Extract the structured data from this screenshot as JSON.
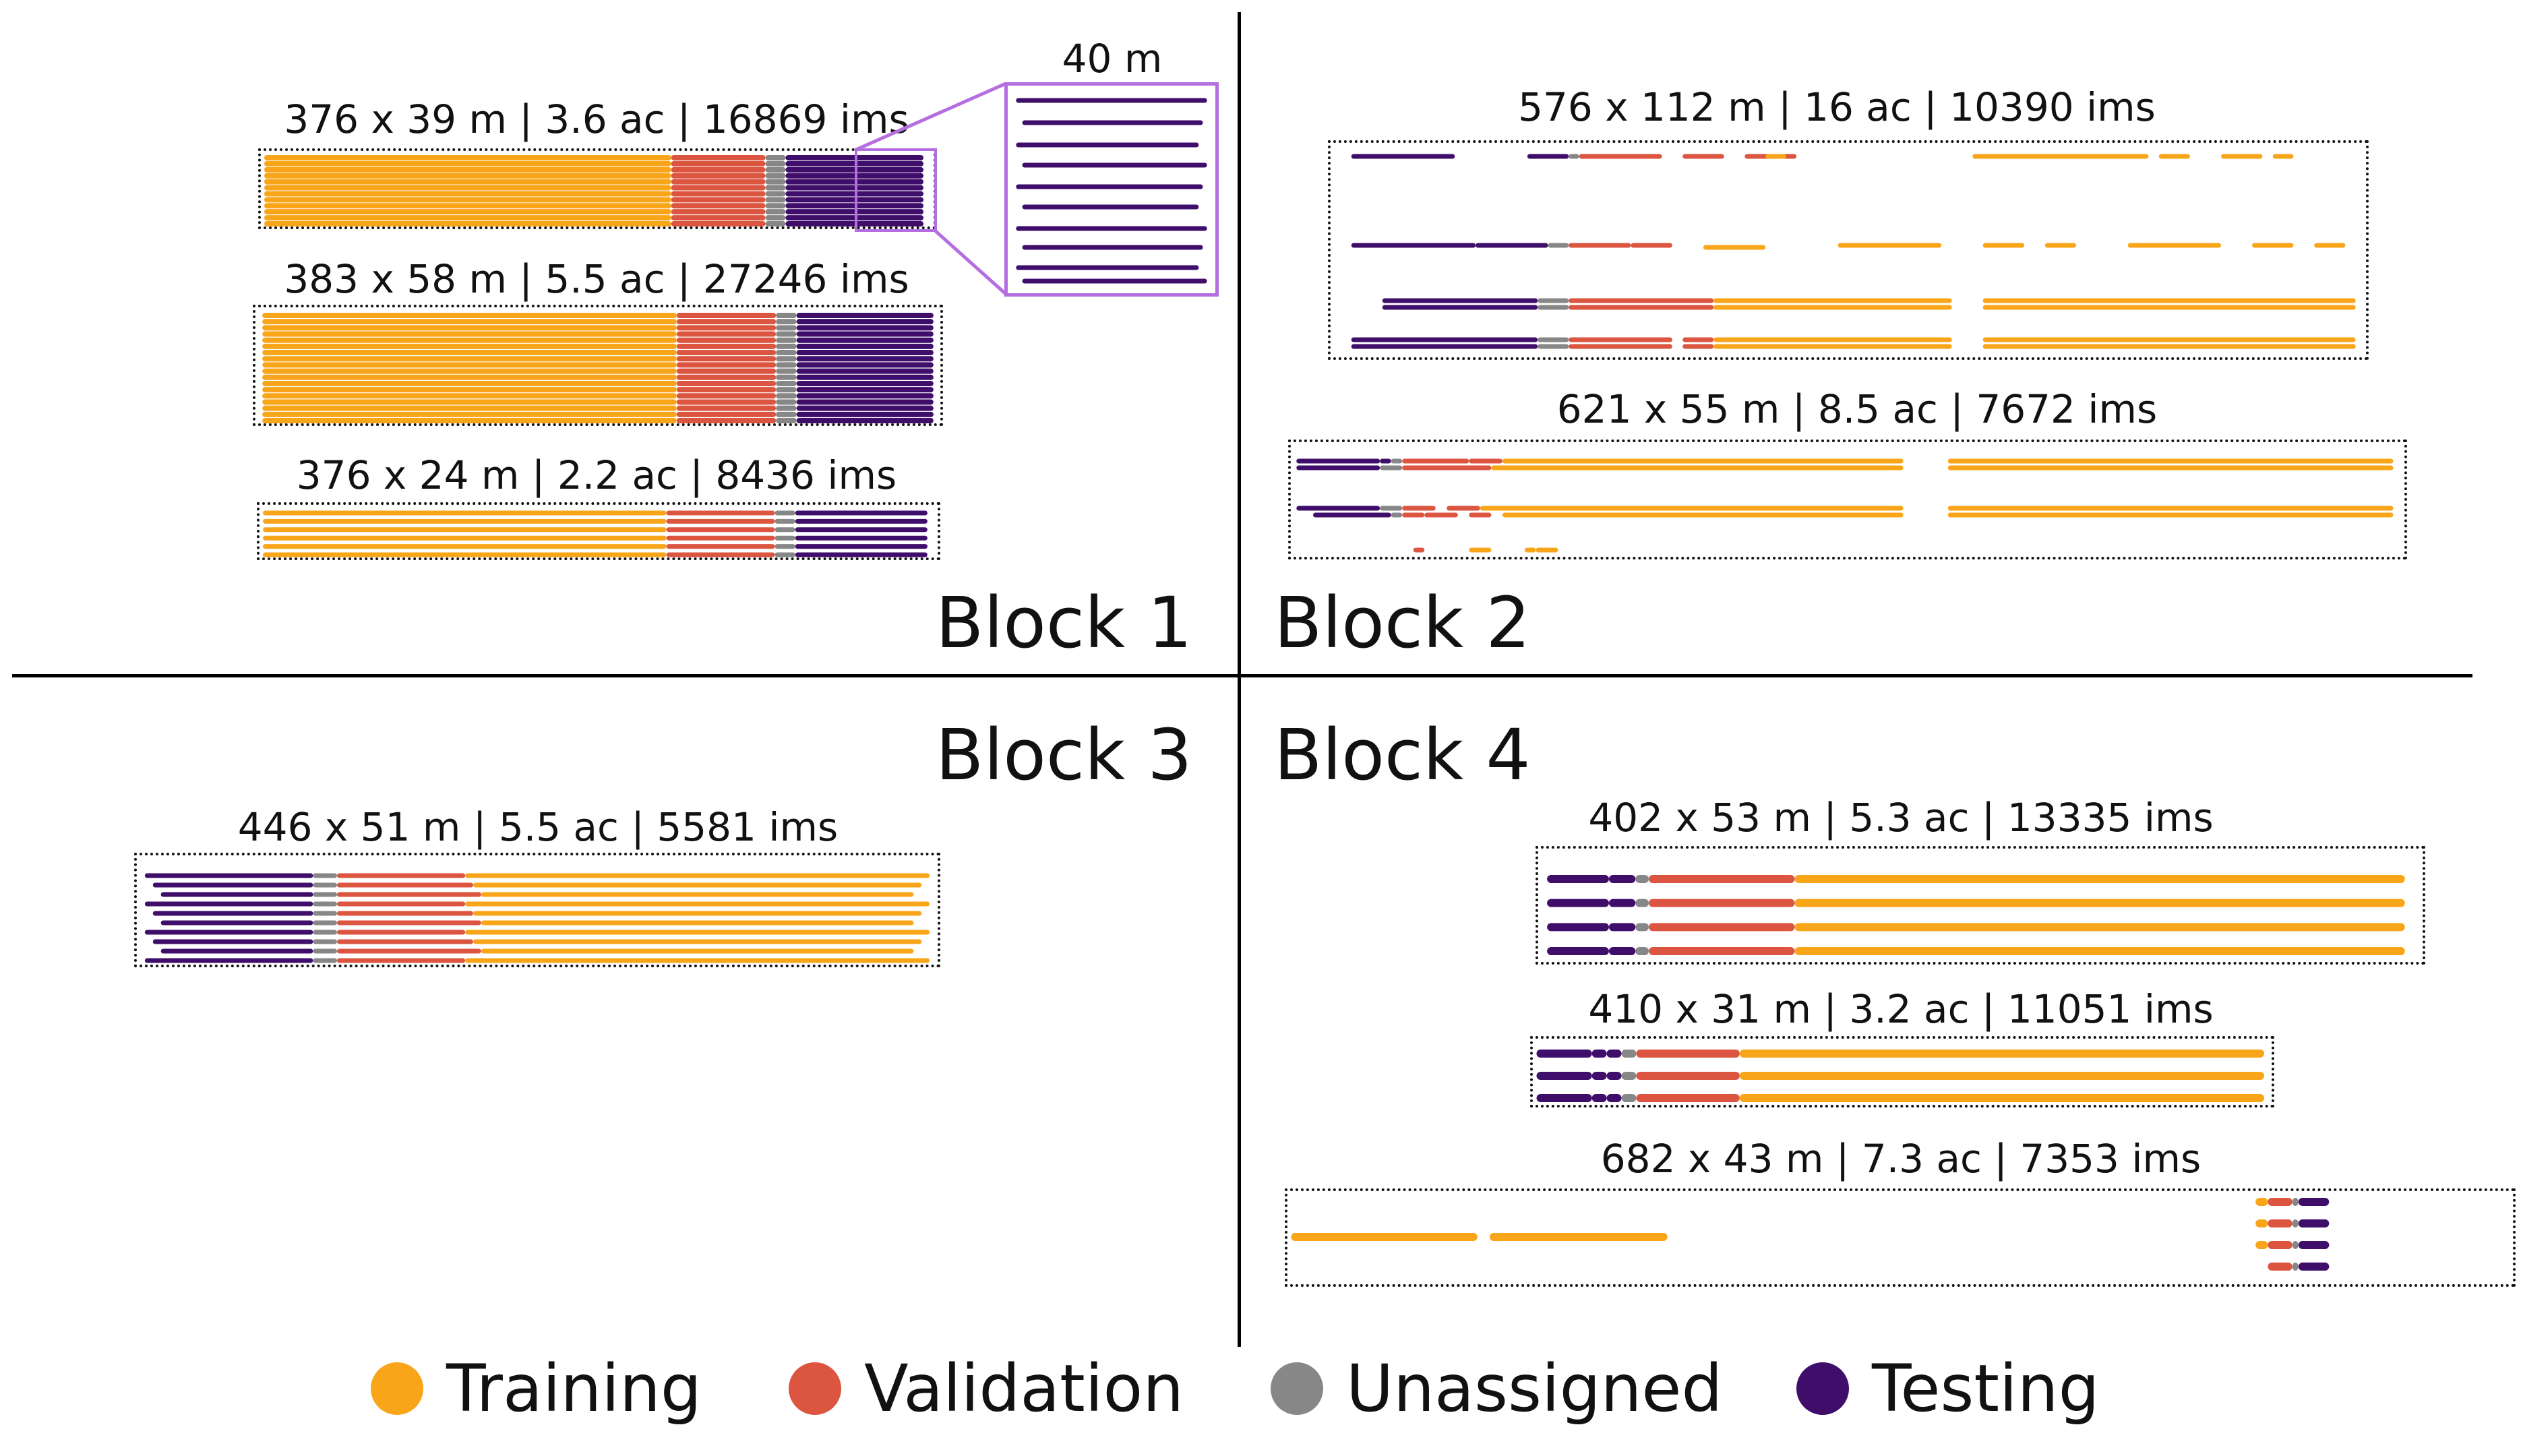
{
  "colors": {
    "training": "#f9a51a",
    "validation": "#dc5540",
    "unassigned": "#878787",
    "testing": "#3f0e6b",
    "inset_border": "#b46ee0"
  },
  "blocks": [
    {
      "label": "Block 1"
    },
    {
      "label": "Block 2"
    },
    {
      "label": "Block 3"
    },
    {
      "label": "Block 4"
    }
  ],
  "fields": [
    {
      "caption": "376 x 39 m | 3.6 ac | 16869 ims",
      "block": 1
    },
    {
      "caption": "383 x 58 m | 5.5 ac | 27246 ims",
      "block": 1
    },
    {
      "caption": "376 x 24 m | 2.2 ac | 8436 ims",
      "block": 1
    },
    {
      "caption": "576 x 112 m | 16 ac | 10390 ims",
      "block": 2
    },
    {
      "caption": "621 x 55 m | 8.5 ac | 7672 ims",
      "block": 2
    },
    {
      "caption": "446 x 51 m | 5.5 ac | 5581 ims",
      "block": 3
    },
    {
      "caption": "402 x 53 m | 5.3 ac | 13335 ims",
      "block": 4
    },
    {
      "caption": "410 x 31 m | 3.2 ac | 11051 ims",
      "block": 4
    },
    {
      "caption": "682 x 43 m | 7.3 ac | 7353 ims",
      "block": 4
    }
  ],
  "inset": {
    "caption": "40 m"
  },
  "legend": [
    {
      "label": "Training",
      "color": "#f9a51a"
    },
    {
      "label": "Validation",
      "color": "#dc5540"
    },
    {
      "label": "Unassigned",
      "color": "#878787"
    },
    {
      "label": "Testing",
      "color": "#3f0e6b"
    }
  ]
}
